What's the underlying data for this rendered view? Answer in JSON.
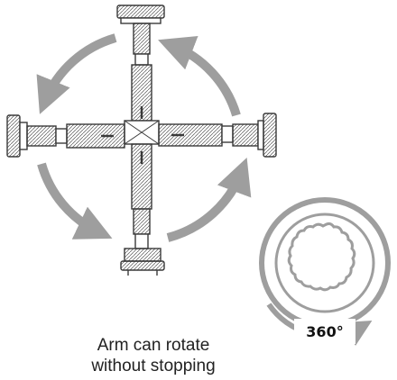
{
  "caption": {
    "line1": "Arm can rotate",
    "line2": "without stopping"
  },
  "rotation_badge": {
    "label": "360°"
  },
  "colors": {
    "arrow_gray": "#9e9e9e",
    "line_art": "#3a3a3a",
    "text": "#222222",
    "background": "#ffffff"
  },
  "icons": [
    "rotation-arrow-icon",
    "monitor-arm-illustration",
    "swivel-ring-icon"
  ]
}
